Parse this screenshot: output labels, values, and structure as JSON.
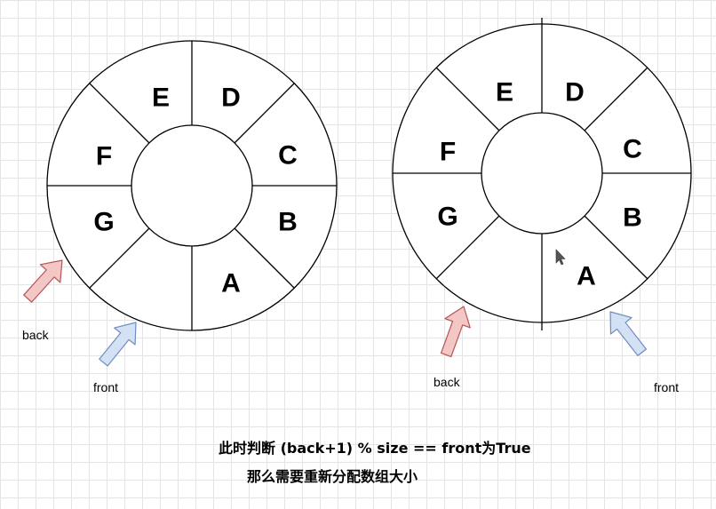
{
  "diagrams": [
    {
      "slots": [
        "A",
        "B",
        "C",
        "D",
        "E",
        "F",
        "G",
        ""
      ],
      "arrows": [
        {
          "label": "back"
        },
        {
          "label": "front"
        }
      ]
    },
    {
      "slots": [
        "A",
        "B",
        "C",
        "D",
        "E",
        "F",
        "G",
        ""
      ],
      "arrows": [
        {
          "label": "back"
        },
        {
          "label": "front"
        }
      ]
    }
  ],
  "caption": {
    "line1": "此时判断 (back+1) % size == front为True",
    "line2": "那么需要重新分配数组大小"
  },
  "colors": {
    "back_arrow_fill": "#f4c7c7",
    "back_arrow_stroke": "#b85450",
    "front_arrow_fill": "#d4e1f5",
    "front_arrow_stroke": "#6c8ebf"
  },
  "icons": {
    "cursor": "mouse-pointer-icon"
  }
}
